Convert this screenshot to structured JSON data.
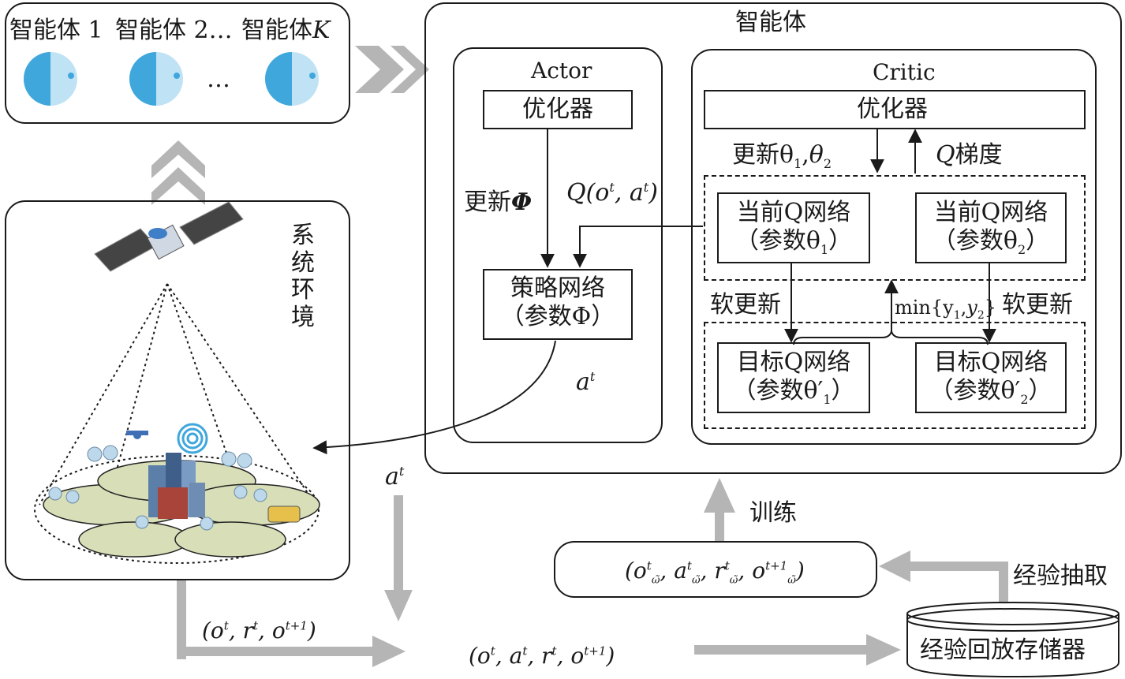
{
  "agents_panel": {
    "agent1_label": "智能体 1",
    "agent2_label": "智能体 2…",
    "agentK_prefix": "智能体",
    "agentK_var": "K",
    "ellipsis": "…"
  },
  "agent_panel": {
    "title": "智能体",
    "actor": {
      "title": "Actor",
      "optimizer": "优化器",
      "update_prefix": "更新",
      "update_var": "Φ",
      "q_label": "Q(o",
      "policy_line1": "策略网络",
      "policy_line2": "（参数Φ）"
    },
    "critic": {
      "title": "Critic",
      "optimizer": "优化器",
      "update_label": "更新θ",
      "q_gradient_var": "Q",
      "q_gradient_label": "梯度",
      "current_q1_line1": "当前Q网络",
      "current_q1_line2": "（参数θ",
      "current_q2_line1": "当前Q网络",
      "current_q2_line2": "（参数θ",
      "soft_update_left": "软更新",
      "soft_update_right": "软更新",
      "min_label": "min{y",
      "target_q1_line1": "目标Q网络",
      "target_q1_line2": "（参数θ′",
      "target_q2_line1": "目标Q网络",
      "target_q2_line2": "（参数θ′"
    }
  },
  "environment": {
    "label_chars": [
      "系",
      "统",
      "环",
      "境"
    ]
  },
  "flow": {
    "action_curve_label": "a",
    "action_down_label": "a",
    "env_output_label": "(o , r , o   )",
    "transition_label": "(o , a , r , o   )",
    "sample_label": "(o , a , r , o   )",
    "train_label": "训练",
    "sampling_label": "经验抽取",
    "replay_buffer_label": "经验回放存储器"
  },
  "colors": {
    "line": "#1a1a1a",
    "arrow_gray": "#b5b5b5",
    "brain_blue": "#3fa7dc",
    "ground": "#d8dfb8"
  }
}
